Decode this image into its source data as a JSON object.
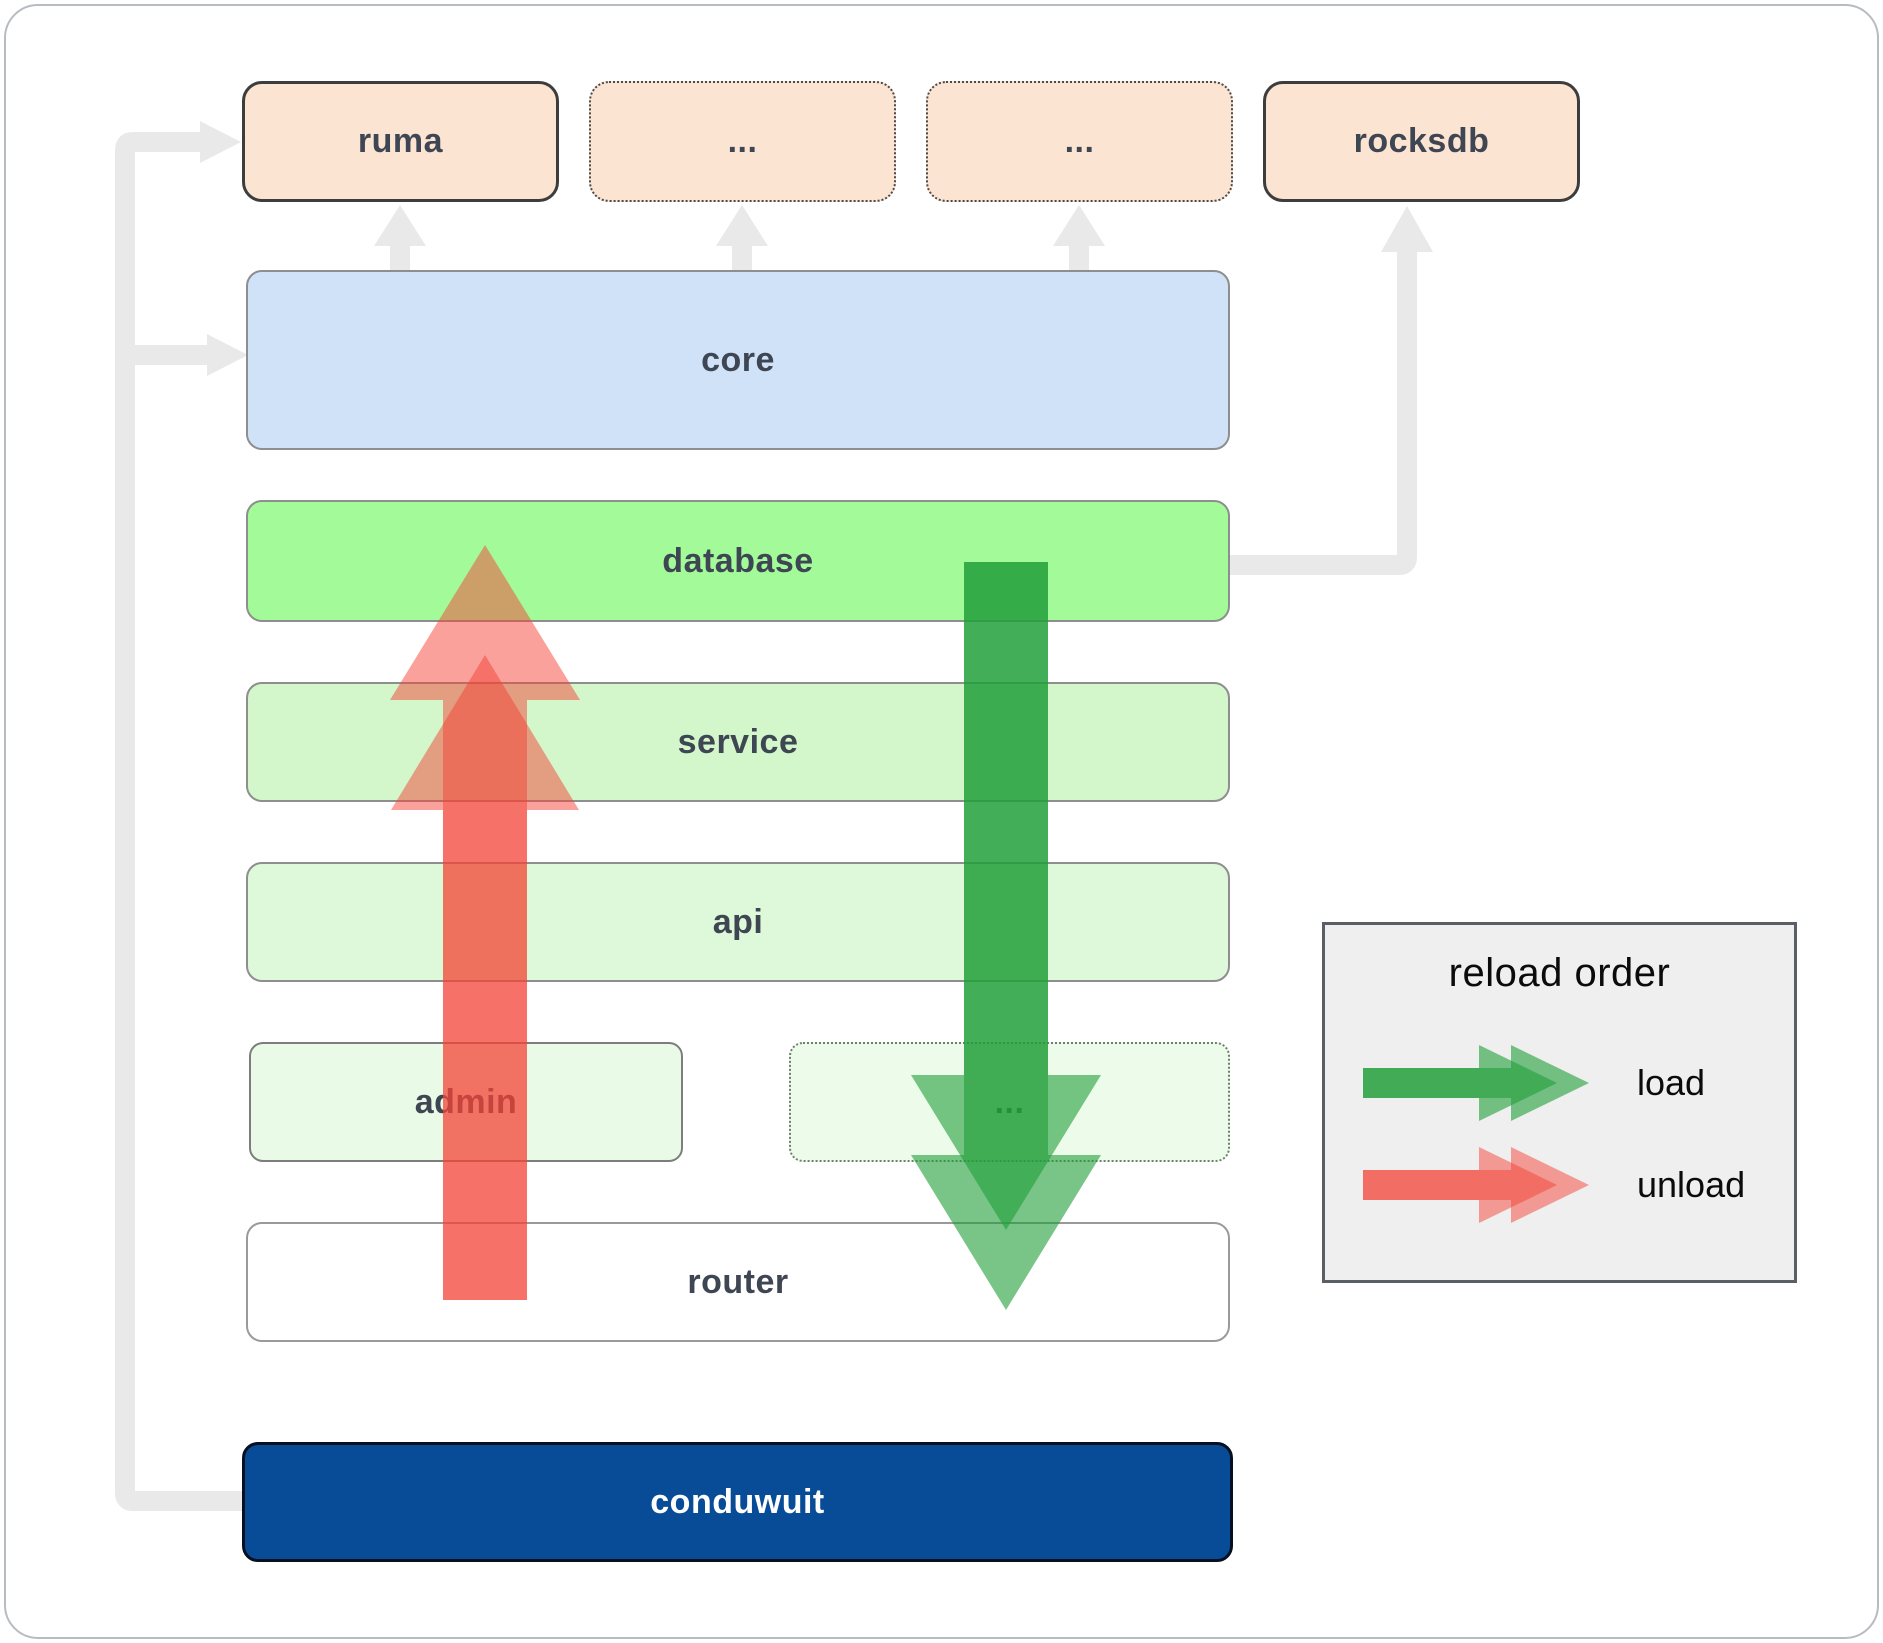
{
  "diagram": {
    "top_row": [
      {
        "id": "ruma",
        "label": "ruma",
        "style": "solid"
      },
      {
        "id": "crate-a",
        "label": "...",
        "style": "dotted"
      },
      {
        "id": "crate-b",
        "label": "...",
        "style": "dotted"
      },
      {
        "id": "rocksdb",
        "label": "rocksdb",
        "style": "solid"
      }
    ],
    "core": {
      "label": "core"
    },
    "database": {
      "label": "database"
    },
    "service": {
      "label": "service"
    },
    "api": {
      "label": "api"
    },
    "admin": {
      "label": "admin"
    },
    "admin_more": {
      "label": "..."
    },
    "router": {
      "label": "router"
    },
    "app": {
      "label": "conduwuit"
    }
  },
  "legend": {
    "title": "reload order",
    "items": [
      {
        "id": "load",
        "label": "load",
        "color": "#1f9e38"
      },
      {
        "id": "unload",
        "label": "unload",
        "color": "#f44336"
      }
    ]
  },
  "colors": {
    "load_arrow": "#1f9e38",
    "unload_arrow": "#f44336",
    "connector": "#e9e9e9",
    "crate_peach": "#fce4d2",
    "core_blue": "#cfe2f7",
    "database_green": "#a3fa99",
    "service_green": "#d3f6cb",
    "api_green": "#def9d9",
    "admin_green": "#e9fbe6",
    "admin_more_green": "#edfcea",
    "router_white": "#ffffff",
    "app_blue": "#084b96"
  }
}
